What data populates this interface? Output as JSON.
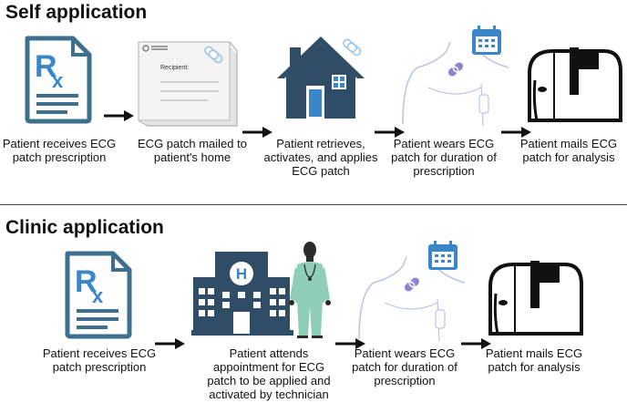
{
  "self": {
    "title": "Self application",
    "steps": [
      "Patient receives ECG patch prescription",
      "ECG patch mailed to patient's home",
      "Patient retrieves, activates, and applies ECG patch",
      "Patient wears ECG patch for duration of prescription",
      "Patient mails ECG patch for analysis"
    ],
    "envelope_label": "Recipient:"
  },
  "clinic": {
    "title": "Clinic application",
    "steps": [
      "Patient receives ECG patch prescription",
      "Patient attends appointment for ECG patch to be applied and activated by technician",
      "Patient wears ECG patch for duration of prescription",
      "Patient mails ECG patch for analysis"
    ],
    "hospital_letter": "H"
  },
  "colors": {
    "slate": "#3f6f8f",
    "house": "#2f4d66",
    "calendar": "#3a86c8",
    "patch": "#7a6fcc",
    "scrub": "#8fcfb8",
    "body_outline": "#b9c3e6"
  }
}
